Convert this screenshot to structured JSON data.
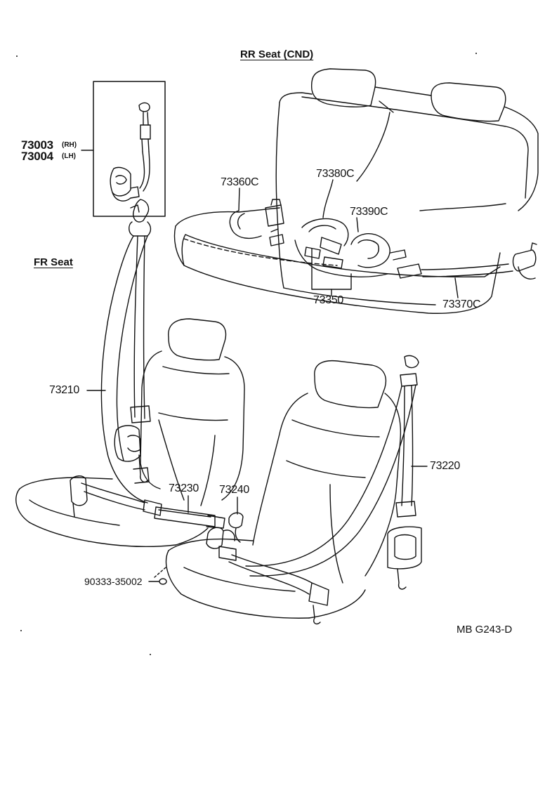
{
  "headers": {
    "rear": "RR Seat (CND)",
    "front": "FR Seat"
  },
  "parts": {
    "p73003": "73003",
    "p73003_side": "(RH)",
    "p73004": "73004",
    "p73004_side": "(LH)",
    "p73360c": "73360C",
    "p73380c": "73380C",
    "p73390c": "73390C",
    "p73350": "73350",
    "p73370c": "73370C",
    "p73210": "73210",
    "p73230": "73230",
    "p73240": "73240",
    "p73220": "73220",
    "p90333": "90333-35002"
  },
  "reference_code": "MB  G243-D",
  "colors": {
    "line": "#111111",
    "background": "#ffffff"
  }
}
